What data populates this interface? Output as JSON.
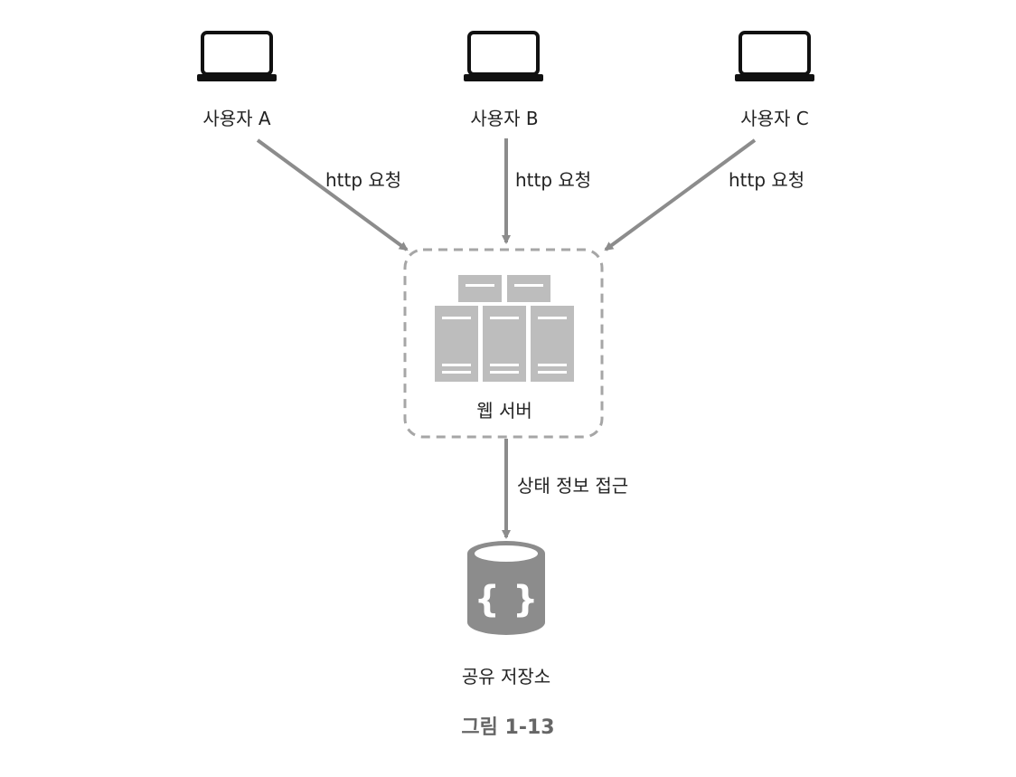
{
  "users": [
    {
      "label": "사용자 A",
      "request_label": "http 요청"
    },
    {
      "label": "사용자 B",
      "request_label": "http 요청"
    },
    {
      "label": "사용자 C",
      "request_label": "http 요청"
    }
  ],
  "web_server": {
    "label": "웹 서버"
  },
  "access_label": "상태 정보 접근",
  "shared_storage": {
    "label": "공유 저장소",
    "symbol": "{ }"
  },
  "caption": "그림 1-13",
  "colors": {
    "arrow": "#8c8c8c",
    "server": "#bdbdbd",
    "storage": "#8c8c8c",
    "laptop": "#111111",
    "border_dash": "#a6a6a6"
  },
  "icons": [
    "laptop-icon",
    "server-rack-icon",
    "database-icon"
  ]
}
